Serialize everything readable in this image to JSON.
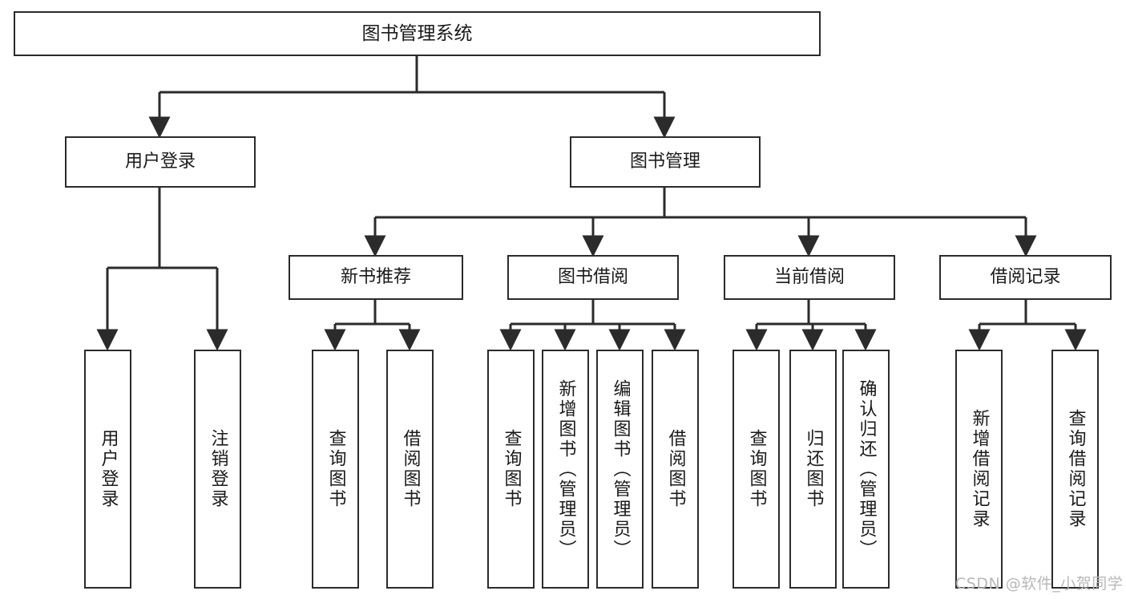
{
  "diagram": {
    "type": "tree-hierarchy",
    "title": "图书管理系统",
    "orientation": "top-down",
    "colors": {
      "background": "#ffffff",
      "box_border": "#2b2b2b",
      "box_fill": "#ffffff",
      "edge": "#2b2b2b",
      "text": "#1a1a1a",
      "watermark": "#b8b8b8"
    },
    "watermark": "CSDN @软件_小贺同学",
    "nodes": {
      "root": {
        "label": "图书管理系统"
      },
      "level1": [
        {
          "id": "user-login",
          "label": "用户登录"
        },
        {
          "id": "book-manage",
          "label": "图书管理"
        }
      ],
      "level2": [
        {
          "id": "new-book-recommend",
          "label": "新书推荐"
        },
        {
          "id": "book-borrow",
          "label": "图书借阅"
        },
        {
          "id": "current-borrow",
          "label": "当前借阅"
        },
        {
          "id": "borrow-record",
          "label": "借阅记录"
        }
      ],
      "leaves": {
        "user_login": [
          {
            "id": "leaf-user-login",
            "label": "用户登录"
          },
          {
            "id": "leaf-logout-login",
            "label": "注销登录"
          }
        ],
        "new_book_recommend": [
          {
            "id": "leaf-query-book-1",
            "label": "查询图书"
          },
          {
            "id": "leaf-borrow-book-1",
            "label": "借阅图书"
          }
        ],
        "book_borrow": [
          {
            "id": "leaf-query-book-2",
            "label": "查询图书"
          },
          {
            "id": "leaf-add-book",
            "label": "新增图书（管理员）"
          },
          {
            "id": "leaf-edit-book",
            "label": "编辑图书（管理员）"
          },
          {
            "id": "leaf-borrow-book-2",
            "label": "借阅图书"
          }
        ],
        "current_borrow": [
          {
            "id": "leaf-query-book-3",
            "label": "查询图书"
          },
          {
            "id": "leaf-return-book",
            "label": "归还图书"
          },
          {
            "id": "leaf-confirm-return",
            "label": "确认归还（管理员）"
          }
        ],
        "borrow_record": [
          {
            "id": "leaf-add-record",
            "label": "新增借阅记录"
          },
          {
            "id": "leaf-query-record",
            "label": "查询借阅记录"
          }
        ]
      }
    }
  }
}
